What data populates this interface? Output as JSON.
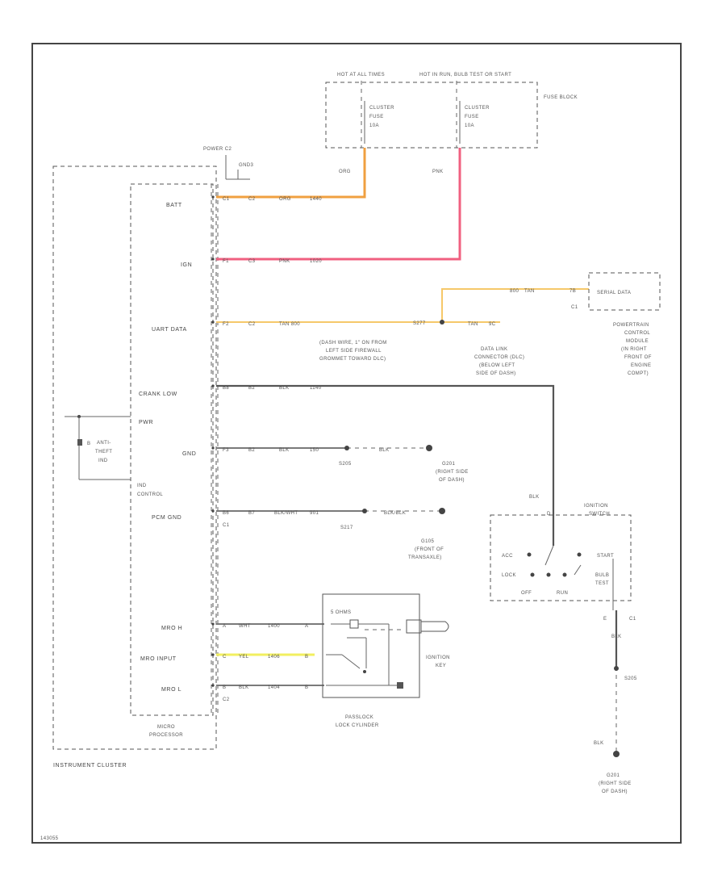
{
  "frame_code": "143055",
  "fuse_block": {
    "label": "FUSE BLOCK",
    "hot_label_1": "HOT AT ALL TIMES",
    "hot_label_2": "HOT IN RUN, BULB TEST OR START",
    "fuse_1": [
      "CLUSTER",
      "FUSE",
      "10A"
    ],
    "fuse_2": [
      "CLUSTER",
      "FUSE",
      "10A"
    ]
  },
  "wires": {
    "orange_color": "#f0a040",
    "pink_color": "#f06080",
    "tan_color": "#f6c86a",
    "yellow_color": "#f2ef60",
    "orange_label": "ORG",
    "pink_label": "PNK",
    "batt_circuit": [
      "C1",
      "C2",
      "ORG",
      "1440"
    ],
    "ign_circuit": [
      "F1",
      "C3",
      "PNK",
      "1020"
    ],
    "uart_circuit": [
      "F2",
      "C2",
      "TAN 800"
    ],
    "uart_splice": "S277",
    "uart_dlc": [
      "TAN",
      "9C"
    ],
    "uart_pcm": [
      "800",
      "TAN",
      "7B"
    ],
    "crank_circuit": [
      "B8",
      "B2",
      "BLK",
      "1140"
    ],
    "gnd_circuit": [
      "F3",
      "B2",
      "BLK",
      "150"
    ],
    "gnd_splice": "S205",
    "gnd_wire": "BLK",
    "pcm_gnd_circuit": [
      "B6",
      "B7",
      "BLK/WHT",
      "901"
    ],
    "pcm_gnd_splice": "S217",
    "pcm_gnd_wire": "BLK/BLK",
    "mro_h_circuit": [
      "A",
      "WHT",
      "1400",
      "A"
    ],
    "mro_input_circuit": [
      "C",
      "YEL",
      "1406",
      "B"
    ],
    "mro_l_circuit": [
      "B",
      "BLK",
      "1404",
      "B"
    ],
    "c2": "C2",
    "c1_left": "C1",
    "ignition_blk": "BLK",
    "ign_lower": [
      "E",
      "C1",
      "BLK"
    ],
    "lower_splice": "S205",
    "lower_wire": "BLK",
    "power_label": "POWER C2",
    "gnd_label": "GND3"
  },
  "cluster": {
    "title": "INSTRUMENT CLUSTER",
    "processor": [
      "MICRO",
      "PROCESSOR"
    ],
    "pins": [
      "BATT",
      "IGN",
      "UART DATA",
      "CRANK LOW",
      "PWR",
      "GND",
      "PCM GND",
      "MRO H",
      "MRO INPUT",
      "MRO L"
    ],
    "ind_control": [
      "IND",
      "CONTROL"
    ],
    "anti_theft": [
      "ANTI-",
      "THEFT",
      "IND"
    ],
    "anti_theft_pin": "B"
  },
  "pcm": {
    "box_label": "SERIAL DATA",
    "connector": "C1",
    "desc": [
      "POWERTRAIN",
      "CONTROL",
      "MODULE",
      "(IN RIGHT",
      "FRONT OF",
      "ENGINE",
      "COMPT)"
    ]
  },
  "dlc": {
    "desc": [
      "DATA LINK",
      "CONNECTOR (DLC)",
      "(BELOW LEFT",
      "SIDE OF DASH)"
    ],
    "splice_desc": [
      "(DASH WIRE, 1\" ON FROM",
      "LEFT SIDE FIREWALL",
      "GROMMET TOWARD DLC)"
    ]
  },
  "grounds": {
    "g201": [
      "G201",
      "(RIGHT SIDE",
      "OF DASH)"
    ],
    "g105": [
      "G105",
      "(FRONT OF",
      "TRANSAXLE)"
    ],
    "g201b": [
      "G201",
      "(RIGHT SIDE",
      "OF DASH)"
    ]
  },
  "ignition_switch": {
    "label": [
      "IGNITION",
      "SWITCH"
    ],
    "pin": "D",
    "acc": "ACC",
    "lock": "LOCK",
    "start": "START",
    "bulb_test": [
      "BULB",
      "TEST"
    ],
    "off": "OFF",
    "run": "RUN"
  },
  "lock_cylinder": {
    "ohms": "5 OHMS",
    "key": [
      "IGNITION",
      "KEY"
    ],
    "label": [
      "PASSLOCK",
      "LOCK CYLINDER"
    ]
  }
}
